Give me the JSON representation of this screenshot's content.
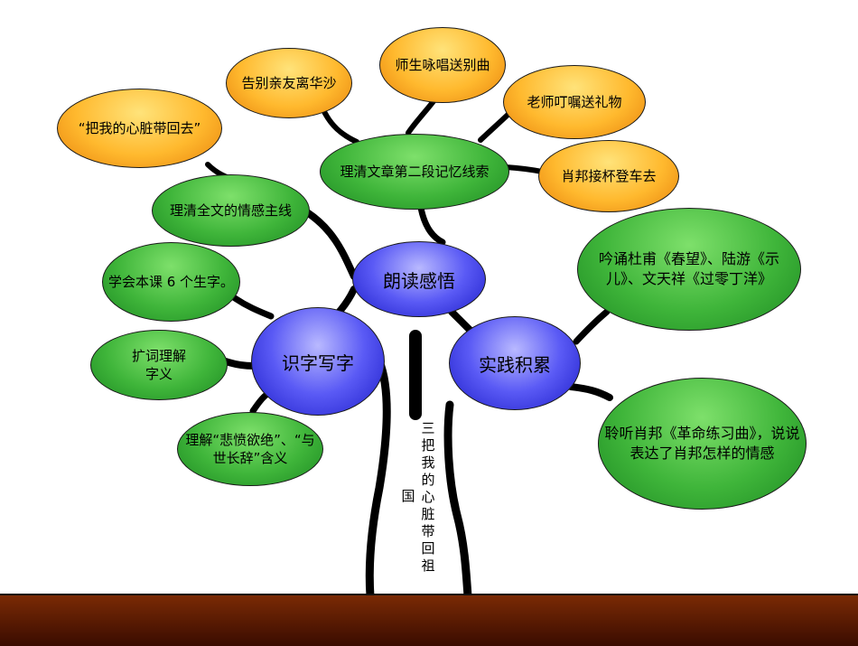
{
  "root": {
    "label": "朗读感悟"
  },
  "branches": {
    "literacy": {
      "label": "识字写字",
      "items": [
        "学会本课 6 个生字。",
        "扩词理解字义",
        "理解“悲愤欲绝”、“与世长辞”含义"
      ]
    },
    "practice": {
      "label": "实践积累",
      "items": [
        "吟诵杜甫《春望》、陆游《示儿》、文天祥《过零丁洋》",
        "聆听肖邦《革命练习曲》，说说表达了肖邦怎样的情感"
      ]
    },
    "emotion": {
      "label": "理清全文的情感主线",
      "items": [
        "“把我的心脏带回去”"
      ]
    },
    "memory": {
      "label": "理清文章第二段记忆线索",
      "items": [
        "告别亲友离华沙",
        "师生咏唱送别曲",
        "老师叮嘱送礼物",
        "肖邦接杯登车去"
      ]
    }
  },
  "trunk": {
    "col1": "三把我的心脏带回祖",
    "col2": "国"
  },
  "colors": {
    "leaf_green": "#3fb53a",
    "leaf_orange": "#ffb92e",
    "core_blue": "#3a3af0",
    "ground": "#5a1a02"
  }
}
